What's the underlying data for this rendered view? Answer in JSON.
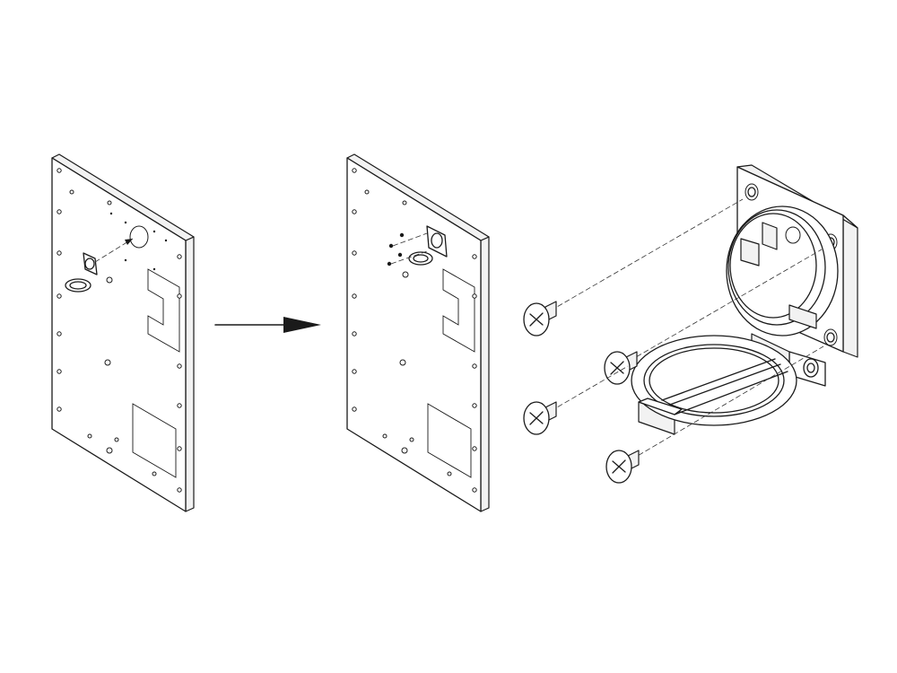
{
  "diagram": {
    "steps": [
      {
        "id": "step-1",
        "description": ""
      },
      {
        "id": "step-2",
        "description": ""
      },
      {
        "id": "detail",
        "description": ""
      }
    ],
    "screw_count": 4
  },
  "colors": {
    "line": "#1a1a1a",
    "background": "#ffffff",
    "shade": "#f2f2f2"
  }
}
